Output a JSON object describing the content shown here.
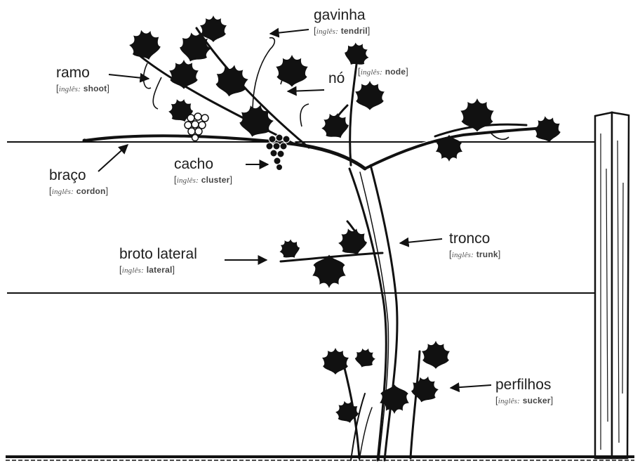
{
  "colors": {
    "ink": "#111111",
    "text": "#1e1e1e",
    "muted": "#444444",
    "background": "#ffffff"
  },
  "labels": [
    {
      "id": "gavinha",
      "term": "gavinha",
      "lang": "inglês:",
      "translation": "tendril"
    },
    {
      "id": "ramo",
      "term": "ramo",
      "lang": "inglês:",
      "translation": "shoot"
    },
    {
      "id": "no",
      "term": "nó",
      "lang": "inglês:",
      "translation": "node"
    },
    {
      "id": "braco",
      "term": "braço",
      "lang": "inglês:",
      "translation": "cordon"
    },
    {
      "id": "cacho",
      "term": "cacho",
      "lang": "inglês:",
      "translation": "cluster"
    },
    {
      "id": "broto",
      "term": "broto lateral",
      "lang": "inglês:",
      "translation": "lateral"
    },
    {
      "id": "tronco",
      "term": "tronco",
      "lang": "inglês:",
      "translation": "trunk"
    },
    {
      "id": "perfilhos",
      "term": "perfilhos",
      "lang": "inglês:",
      "translation": "sucker"
    }
  ]
}
